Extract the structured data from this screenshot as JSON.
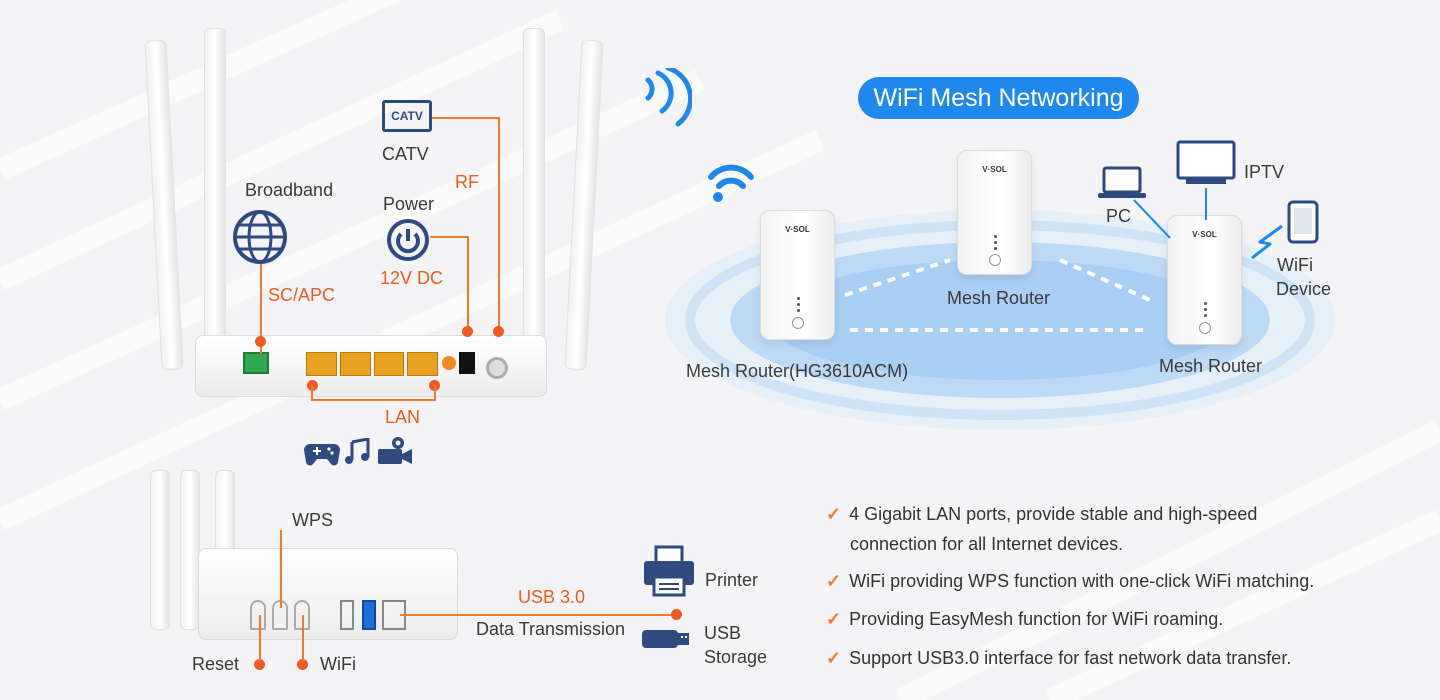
{
  "colors": {
    "accent": "#f05a22",
    "blue": "#1e88ee",
    "navy": "#2f4a7f"
  },
  "labels": {
    "catv_box": "CATV",
    "catv": "CATV",
    "rf": "RF",
    "power": "Power",
    "dc": "12V DC",
    "broadband": "Broadband",
    "scapc": "SC/APC",
    "lan": "LAN",
    "wps": "WPS",
    "reset": "Reset",
    "wifi": "WiFi",
    "usb30": "USB 3.0",
    "data_transmission": "Data Transmission",
    "printer": "Printer",
    "usb": "USB",
    "storage": "Storage"
  },
  "mesh": {
    "title": "WiFi Mesh Networking",
    "router_main": "Mesh Router(HG3610ACM)",
    "router_top": "Mesh Router",
    "router_right": "Mesh Router",
    "pc": "PC",
    "iptv": "IPTV",
    "wifi_device_1": "WiFi",
    "wifi_device_2": "Device",
    "brand": "V·SOL"
  },
  "features": [
    {
      "line1": "4 Gigabit LAN ports, provide stable and high-speed",
      "line2": "connection for all Internet devices."
    },
    {
      "line1": "WiFi providing WPS function with one-click WiFi matching."
    },
    {
      "line1": "Providing EasyMesh function for WiFi roaming."
    },
    {
      "line1": "Support USB3.0 interface for fast network data transfer."
    }
  ],
  "icons": [
    "wifi-icon",
    "globe-icon",
    "power-icon",
    "tv-icon",
    "gamepad-icon",
    "music-icon",
    "camera-icon",
    "printer-icon",
    "usb-drive-icon",
    "laptop-icon",
    "monitor-icon",
    "phone-icon",
    "lightning-icon",
    "check-icon"
  ]
}
